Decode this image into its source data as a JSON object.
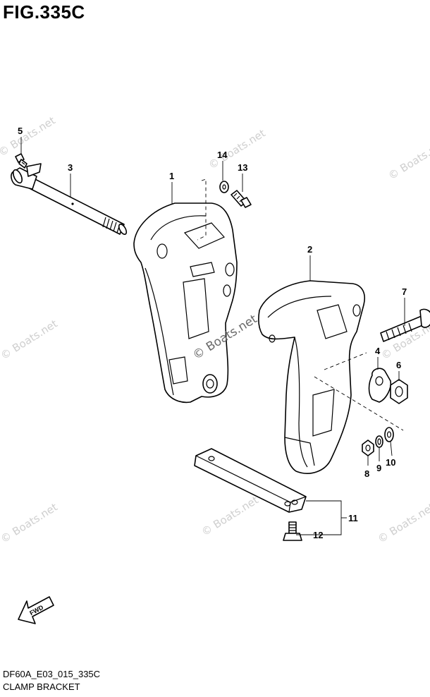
{
  "figure": {
    "title": "FIG.335C",
    "code": "DF60A_E03_015_335C",
    "name": "CLAMP BRACKET"
  },
  "callouts": {
    "c1": "1",
    "c2": "2",
    "c3": "3",
    "c4": "4",
    "c5": "5",
    "c6": "6",
    "c7": "7",
    "c8": "8",
    "c9": "9",
    "c10": "10",
    "c11": "11",
    "c12": "12",
    "c13": "13",
    "c14": "14"
  },
  "fwd_label": "FWD",
  "watermark": "© Boats.net"
}
